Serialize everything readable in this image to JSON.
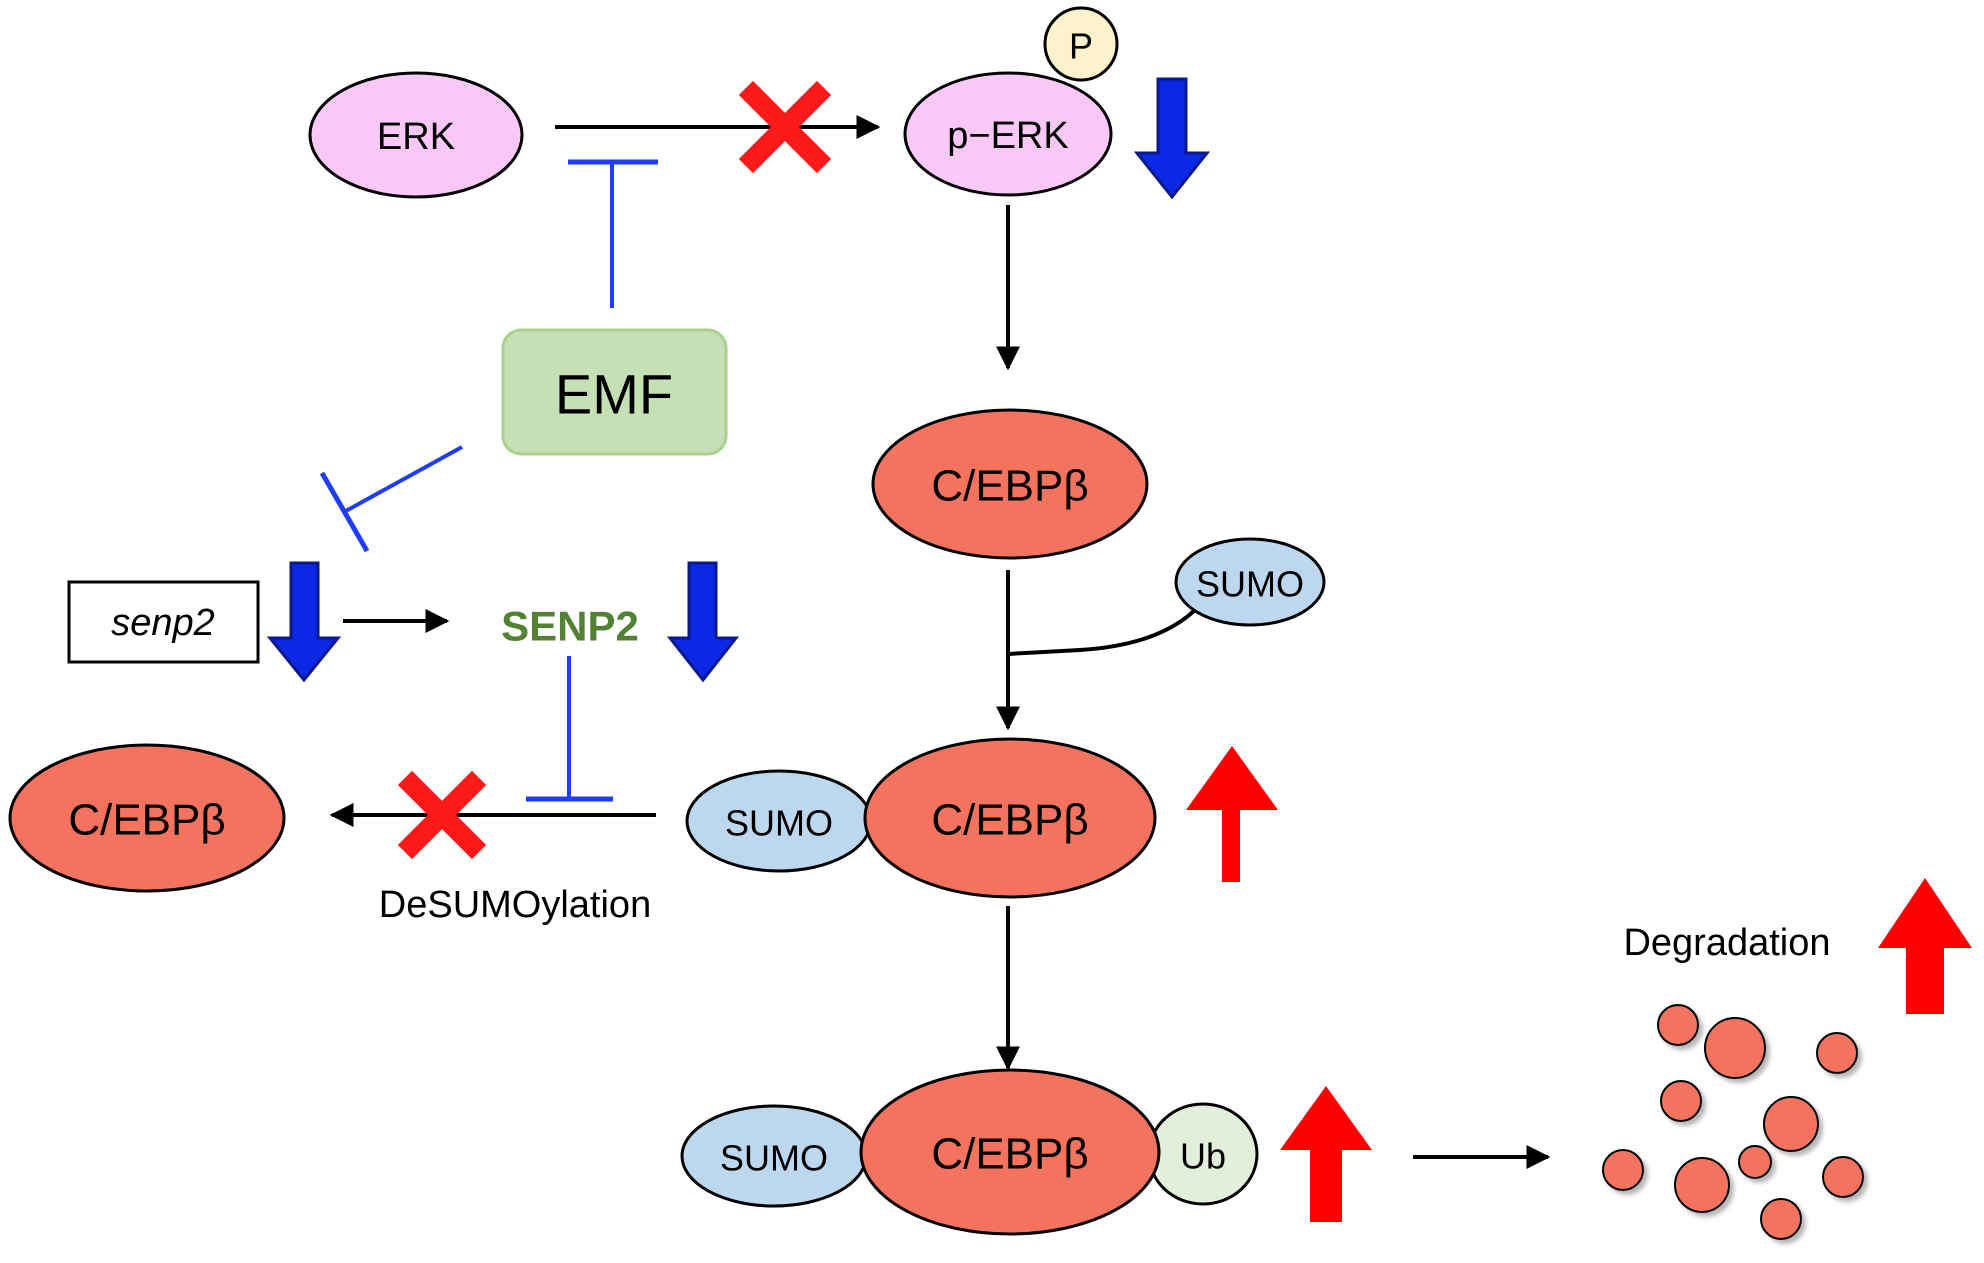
{
  "nodes": {
    "erk": "ERK",
    "perk": "p−ERK",
    "phospho": "P",
    "emf": "EMF",
    "senp2_gene": "senp2",
    "senp2_protein": "SENP2",
    "cebpb_main": "C/EBPβ",
    "sumo_free": "SUMO",
    "sumo_bound": "SUMO",
    "cebpb_sumo": "C/EBPβ",
    "cebpb_desumo": "C/EBPβ",
    "sumo_ub_sumo": "SUMO",
    "cebpb_ub": "C/EBPβ",
    "ub": "Ub"
  },
  "labels": {
    "desumoylation": "DeSUMOylation",
    "degradation": "Degradation"
  },
  "colors": {
    "erk_fill": "#f9c8f7",
    "cebpb_fill": "#f4735f",
    "sumo_fill": "#bdd7ee",
    "ub_fill": "#e2efda",
    "emf_fill": "#c5e0b4",
    "emf_border": "#a9d18e",
    "phospho_fill": "#fff2cc",
    "inhibit_blue": "#1f3cff",
    "down_arrow_blue": "#0a28e6",
    "up_arrow_red": "#ff0000",
    "block_x_red": "#ff1a1a",
    "senp2_green": "#548235",
    "degradation_ball": "#f4735f"
  }
}
